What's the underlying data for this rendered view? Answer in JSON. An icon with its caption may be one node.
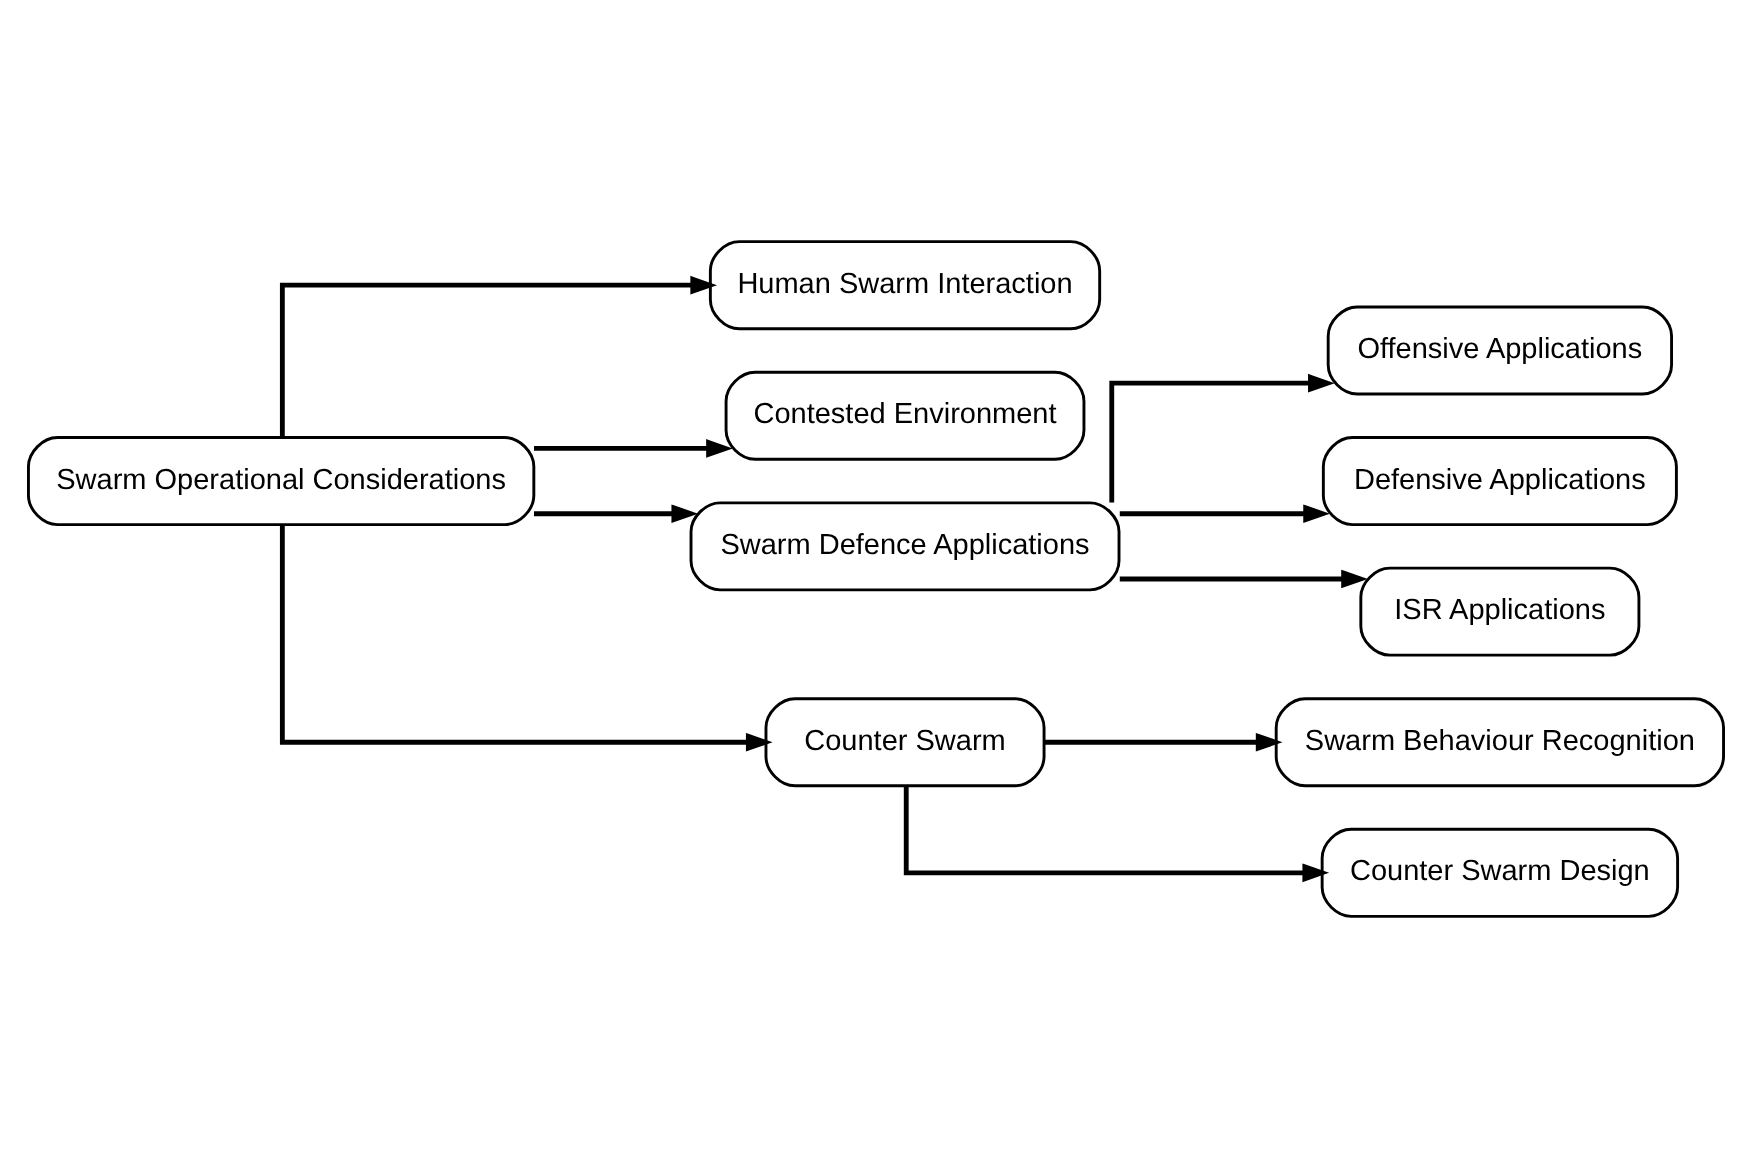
{
  "diagram": {
    "nodes": [
      {
        "text": [
          "Swarm Operational Considerations"
        ]
      },
      {
        "text": [
          "Human Swarm Interaction"
        ]
      },
      {
        "text": [
          "Contested Environment"
        ]
      },
      {
        "text": [
          "Swarm Defence Applications"
        ]
      },
      {
        "text": [
          "Offensive Applications"
        ]
      },
      {
        "text": [
          "Defensive Applications"
        ]
      },
      {
        "text": [
          "ISR Applications"
        ]
      },
      {
        "text": [
          "Counter Swarm"
        ]
      },
      {
        "text": [
          "Swarm Behaviour Recognition"
        ]
      },
      {
        "text": [
          "Counter Swarm Design"
        ]
      }
    ],
    "edges": [
      {
        "from": 0,
        "to": 1,
        "arrow": "to"
      },
      {
        "from": 0,
        "to": 2,
        "arrow": "to"
      },
      {
        "from": 0,
        "to": 3,
        "arrow": "to"
      },
      {
        "from": 0,
        "to": 7,
        "arrow": "to"
      },
      {
        "from": 3,
        "to": 4,
        "arrow": "to"
      },
      {
        "from": 3,
        "to": 5,
        "arrow": "to"
      },
      {
        "from": 3,
        "to": 6,
        "arrow": "to"
      },
      {
        "from": 7,
        "to": 8,
        "arrow": "to"
      },
      {
        "from": 7,
        "to": 9,
        "arrow": "to"
      }
    ]
  }
}
